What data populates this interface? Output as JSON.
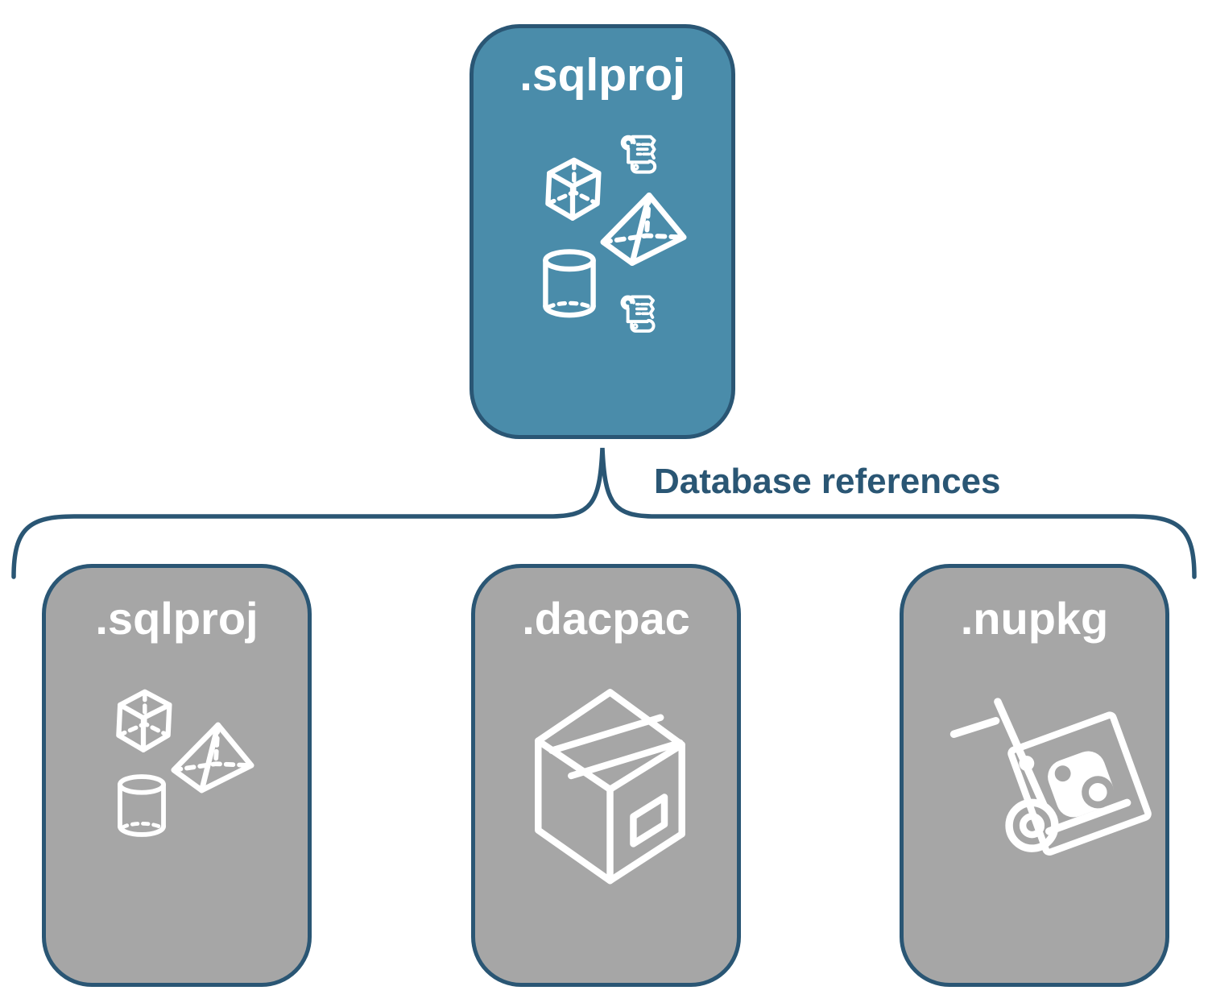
{
  "root_node": {
    "label": ".sqlproj"
  },
  "connector": {
    "label": "Database references"
  },
  "child_nodes": [
    {
      "label": ".sqlproj"
    },
    {
      "label": ".dacpac"
    },
    {
      "label": ".nupkg"
    }
  ],
  "icons": {
    "root": [
      "script-scroll-icon",
      "cube-icon",
      "pyramid-icon",
      "cylinder-icon",
      "script-scroll-icon"
    ],
    "child_sqlproj": [
      "cube-icon",
      "pyramid-icon",
      "cylinder-icon"
    ],
    "child_dacpac": [
      "package-box-icon"
    ],
    "child_nupkg": [
      "nuget-dolly-icon"
    ]
  },
  "colors": {
    "root_fill": "#4A8CAA",
    "child_fill": "#A6A6A6",
    "stroke_navy": "#2A5674",
    "icon_white": "#FFFFFF",
    "label_text": "#2A5674"
  }
}
